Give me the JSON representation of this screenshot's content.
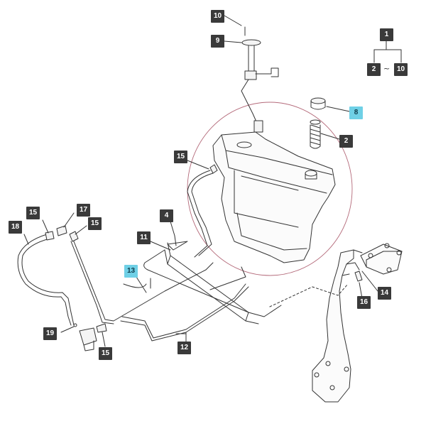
{
  "diagram": {
    "callouts": [
      {
        "id": "c1",
        "text": "1",
        "highlight": false
      },
      {
        "id": "c2top",
        "text": "2",
        "highlight": false
      },
      {
        "id": "c10top",
        "text": "10",
        "highlight": false
      },
      {
        "id": "c10",
        "text": "10",
        "highlight": false
      },
      {
        "id": "c9",
        "text": "9",
        "highlight": false
      },
      {
        "id": "c8",
        "text": "8",
        "highlight": true
      },
      {
        "id": "c2",
        "text": "2",
        "highlight": false
      },
      {
        "id": "c15a",
        "text": "15",
        "highlight": false
      },
      {
        "id": "c4",
        "text": "4",
        "highlight": false
      },
      {
        "id": "c11",
        "text": "11",
        "highlight": false
      },
      {
        "id": "c15b",
        "text": "15",
        "highlight": false
      },
      {
        "id": "c17",
        "text": "17",
        "highlight": false
      },
      {
        "id": "c15c",
        "text": "15",
        "highlight": false
      },
      {
        "id": "c18",
        "text": "18",
        "highlight": false
      },
      {
        "id": "c13",
        "text": "13",
        "highlight": true
      },
      {
        "id": "c19",
        "text": "19",
        "highlight": false
      },
      {
        "id": "c15d",
        "text": "15",
        "highlight": false
      },
      {
        "id": "c12",
        "text": "12",
        "highlight": false
      },
      {
        "id": "c16",
        "text": "16",
        "highlight": false
      },
      {
        "id": "c14",
        "text": "14",
        "highlight": false
      }
    ],
    "range_separator": "~",
    "colors": {
      "callout_bg": "#3a3a3a",
      "callout_highlight": "#6fd0e6",
      "detail_circle": "#b46a7a",
      "line": "#333333"
    }
  }
}
